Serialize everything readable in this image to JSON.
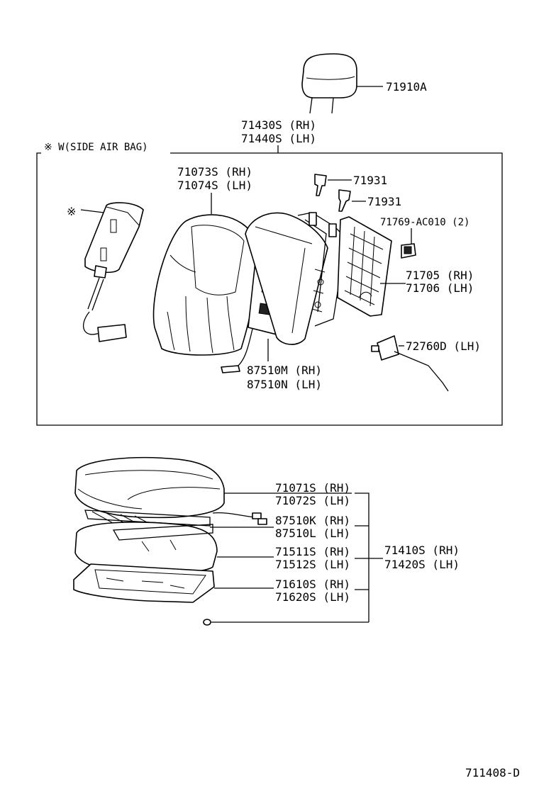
{
  "diagram": {
    "top_part": "71910A",
    "assembly_rh": "71430S (RH)",
    "assembly_lh": "71440S (LH)",
    "side_airbag_note": "※ W(SIDE AIR BAG)",
    "airbag_mark": "※",
    "back_cover_rh": "71073S (RH)",
    "back_cover_lh": "71074S (LH)",
    "clip_1": "71931",
    "clip_2": "71931",
    "bolt": "71769-AC010 (2)",
    "back_board_rh": "71705 (RH)",
    "back_board_lh": "71706 (LH)",
    "lever": "72760D (LH)",
    "heater_back_rh": "87510M (RH)",
    "heater_back_lh": "87510N (LH)",
    "cushion_cover_rh": "71071S (RH)",
    "cushion_cover_lh": "71072S (LH)",
    "heater_cushion_rh": "87510K (RH)",
    "heater_cushion_lh": "87510L (LH)",
    "cushion_pad_rh": "71511S (RH)",
    "cushion_pad_lh": "71512S (LH)",
    "cushion_frame_rh": "71610S (RH)",
    "cushion_frame_lh": "71620S (LH)",
    "cushion_assy_rh": "71410S (RH)",
    "cushion_assy_lh": "71420S (LH)",
    "figure_code": "711408-D"
  }
}
